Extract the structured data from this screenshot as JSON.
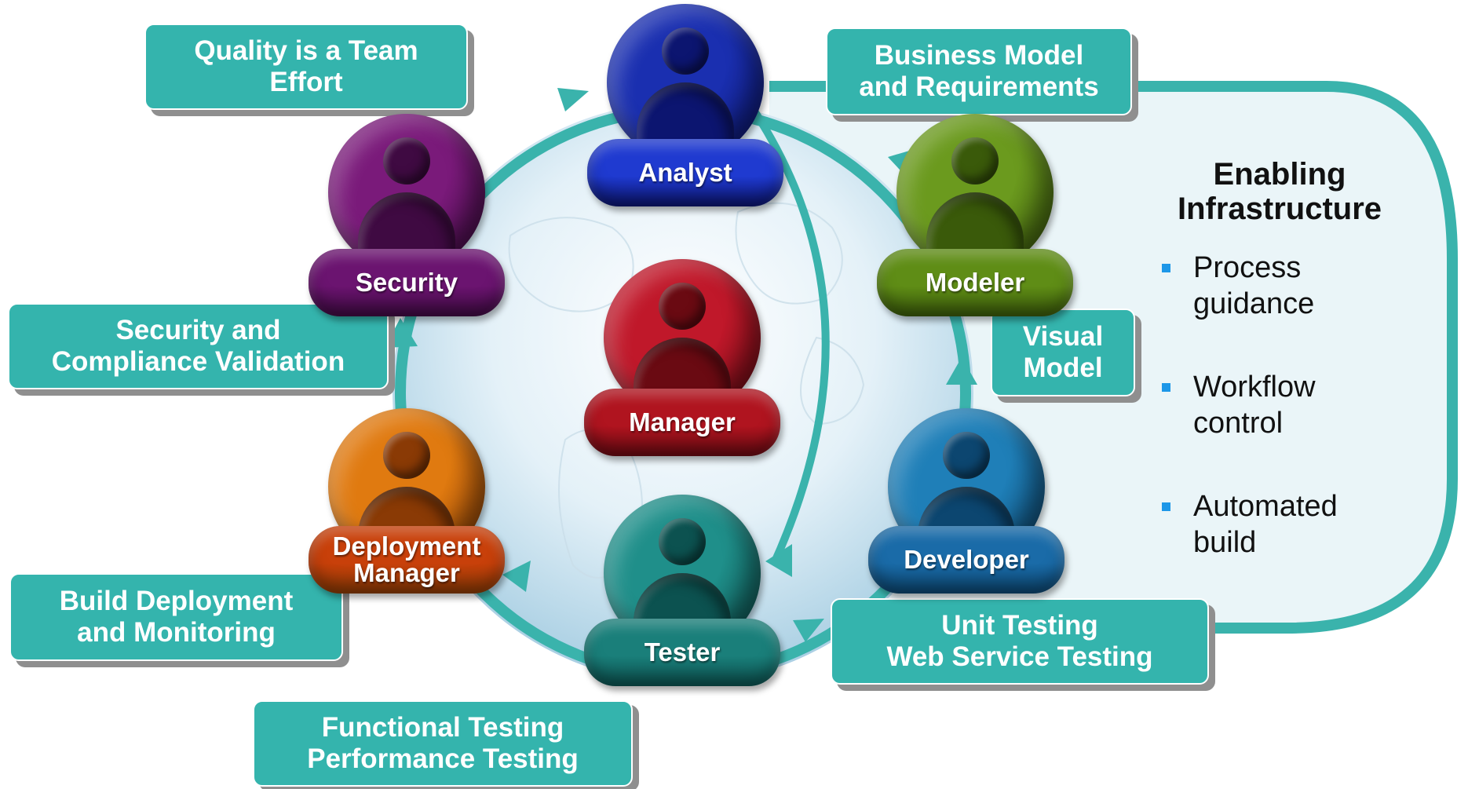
{
  "colors": {
    "callout_fill": "#34b4ad",
    "ring": "#3ab3ac",
    "bullet": "#1d97e8"
  },
  "callouts": {
    "quality": [
      "Quality is a Team",
      "Effort"
    ],
    "business": [
      "Business Model",
      "and Requirements"
    ],
    "security_compliance": [
      "Security and",
      "Compliance Validation"
    ],
    "visual_model": [
      "Visual",
      "Model"
    ],
    "build_deploy": [
      "Build Deployment",
      "and Monitoring"
    ],
    "unit_testing": [
      "Unit Testing",
      "Web Service Testing"
    ],
    "functional_testing": [
      "Functional Testing",
      "Performance Testing"
    ]
  },
  "roles": {
    "analyst": {
      "label": [
        "Analyst"
      ],
      "color": "#1a2fb0",
      "dark": "#0c1570",
      "pill": "#1f3ad0"
    },
    "security": {
      "label": [
        "Security"
      ],
      "color": "#7a1a7a",
      "dark": "#3f0a42",
      "pill": "#6b1470"
    },
    "modeler": {
      "label": [
        "Modeler"
      ],
      "color": "#6b9a1e",
      "dark": "#3a5a0a",
      "pill": "#5f8d16"
    },
    "manager": {
      "label": [
        "Manager"
      ],
      "color": "#c0182a",
      "dark": "#6a0a12",
      "pill": "#b0141f"
    },
    "deployment_manager": {
      "label": [
        "Deployment",
        "Manager"
      ],
      "color": "#e07a10",
      "dark": "#8a3a05",
      "pill": "#c8400a"
    },
    "developer": {
      "label": [
        "Developer"
      ],
      "color": "#1f7fb8",
      "dark": "#0c4670",
      "pill": "#1a6ba8"
    },
    "tester": {
      "label": [
        "Tester"
      ],
      "color": "#1f8f8a",
      "dark": "#0c5250",
      "pill": "#1a7f7a"
    }
  },
  "infrastructure": {
    "title": [
      "Enabling",
      "Infrastructure"
    ],
    "items": [
      [
        "Process",
        "guidance"
      ],
      [
        "Workflow",
        "control"
      ],
      [
        "Automated",
        "build"
      ]
    ]
  }
}
